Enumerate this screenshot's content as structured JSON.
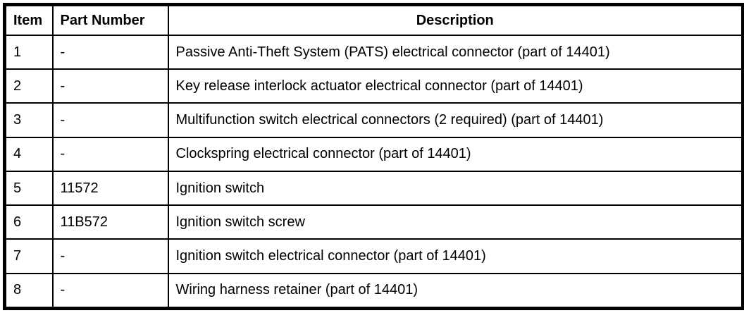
{
  "table": {
    "headers": [
      "Item",
      "Part Number",
      "Description"
    ],
    "colors": {
      "border": "#000000",
      "text": "#000000",
      "background": "#ffffff"
    },
    "rows": [
      {
        "item": "1",
        "part": "-",
        "desc": "Passive Anti-Theft System (PATS) electrical connector (part of 14401)"
      },
      {
        "item": "2",
        "part": "-",
        "desc": "Key release interlock actuator electrical connector (part of 14401)"
      },
      {
        "item": "3",
        "part": "-",
        "desc": "Multifunction switch electrical connectors (2 required) (part of 14401)"
      },
      {
        "item": "4",
        "part": "-",
        "desc": "Clockspring electrical connector (part of 14401)"
      },
      {
        "item": "5",
        "part": "11572",
        "desc": "Ignition switch"
      },
      {
        "item": "6",
        "part": "11B572",
        "desc": "Ignition switch screw"
      },
      {
        "item": "7",
        "part": "-",
        "desc": "Ignition switch electrical connector (part of 14401)"
      },
      {
        "item": "8",
        "part": "-",
        "desc": "Wiring harness retainer (part of 14401)"
      }
    ]
  }
}
